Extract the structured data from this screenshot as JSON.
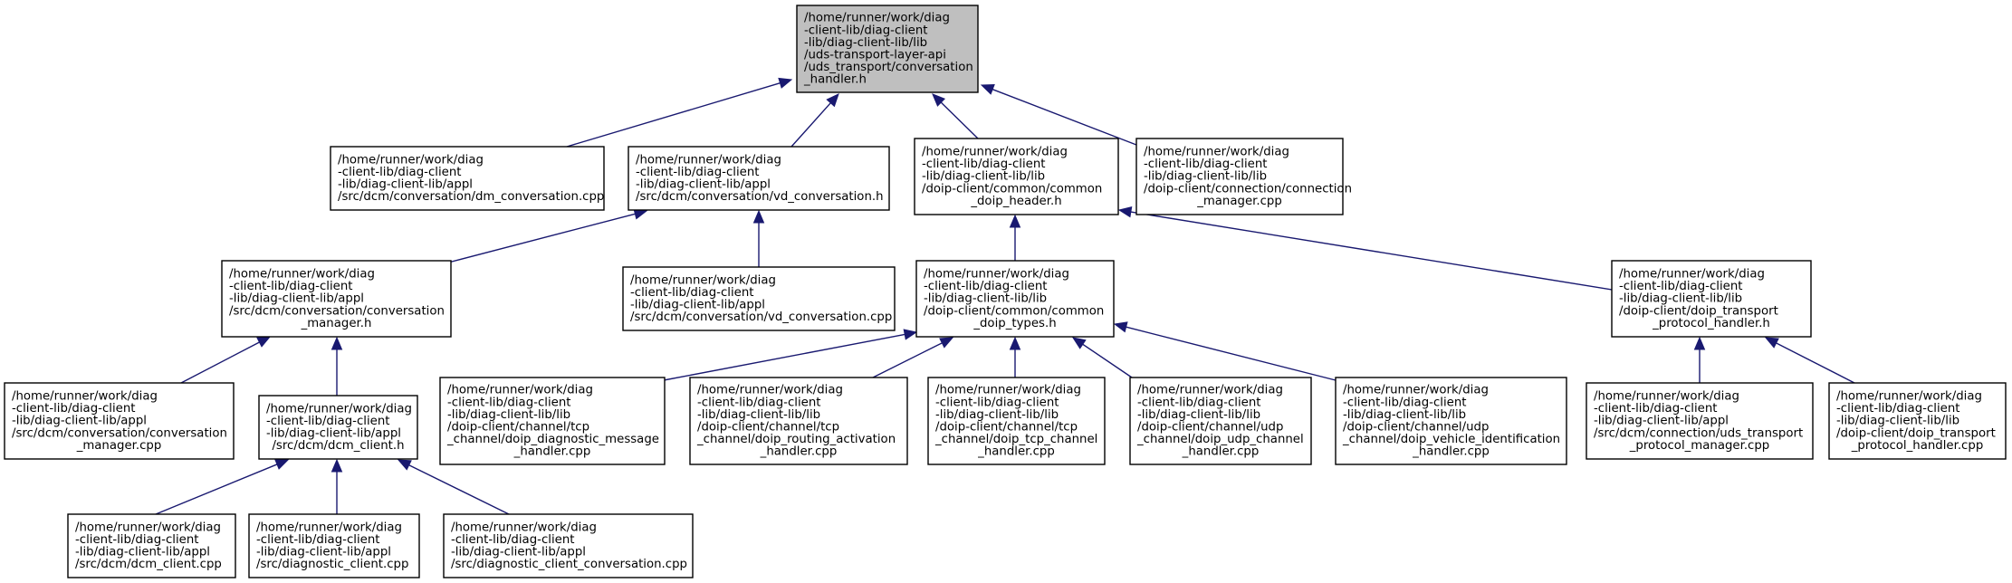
{
  "graph": {
    "colors": {
      "edge": "#191970",
      "root_fill": "#bfbfbf",
      "node_fill": "#ffffff",
      "node_border": "#000000"
    },
    "nodes": [
      {
        "id": "uds_conv_handler",
        "root": true,
        "lines": [
          "/home/runner/work/diag",
          "-client-lib/diag-client",
          "-lib/diag-client-lib/lib",
          "/uds-transport-layer-api",
          "/uds_transport/conversation",
          "_handler.h"
        ]
      },
      {
        "id": "dm_conversation_cpp",
        "lines": [
          "/home/runner/work/diag",
          "-client-lib/diag-client",
          "-lib/diag-client-lib/appl",
          "/src/dcm/conversation/dm_conversation.cpp"
        ]
      },
      {
        "id": "vd_conversation_h",
        "lines": [
          "/home/runner/work/diag",
          "-client-lib/diag-client",
          "-lib/diag-client-lib/appl",
          "/src/dcm/conversation/vd_conversation.h"
        ]
      },
      {
        "id": "common_doip_header_h",
        "lines": [
          "/home/runner/work/diag",
          "-client-lib/diag-client",
          "-lib/diag-client-lib/lib",
          "/doip-client/common/common",
          "_doip_header.h"
        ]
      },
      {
        "id": "connection_manager_cpp",
        "lines": [
          "/home/runner/work/diag",
          "-client-lib/diag-client",
          "-lib/diag-client-lib/lib",
          "/doip-client/connection/connection",
          "_manager.cpp"
        ]
      },
      {
        "id": "conversation_manager_h",
        "lines": [
          "/home/runner/work/diag",
          "-client-lib/diag-client",
          "-lib/diag-client-lib/appl",
          "/src/dcm/conversation/conversation",
          "_manager.h"
        ]
      },
      {
        "id": "vd_conversation_cpp",
        "lines": [
          "/home/runner/work/diag",
          "-client-lib/diag-client",
          "-lib/diag-client-lib/appl",
          "/src/dcm/conversation/vd_conversation.cpp"
        ]
      },
      {
        "id": "common_doip_types_h",
        "lines": [
          "/home/runner/work/diag",
          "-client-lib/diag-client",
          "-lib/diag-client-lib/lib",
          "/doip-client/common/common",
          "_doip_types.h"
        ]
      },
      {
        "id": "doip_transport_protocol_handler_h",
        "lines": [
          "/home/runner/work/diag",
          "-client-lib/diag-client",
          "-lib/diag-client-lib/lib",
          "/doip-client/doip_transport",
          "_protocol_handler.h"
        ]
      },
      {
        "id": "conversation_manager_cpp",
        "lines": [
          "/home/runner/work/diag",
          "-client-lib/diag-client",
          "-lib/diag-client-lib/appl",
          "/src/dcm/conversation/conversation",
          "_manager.cpp"
        ]
      },
      {
        "id": "dcm_client_h",
        "lines": [
          "/home/runner/work/diag",
          "-client-lib/diag-client",
          "-lib/diag-client-lib/appl",
          "/src/dcm/dcm_client.h"
        ]
      },
      {
        "id": "doip_diagnostic_message_handler_cpp",
        "lines": [
          "/home/runner/work/diag",
          "-client-lib/diag-client",
          "-lib/diag-client-lib/lib",
          "/doip-client/channel/tcp",
          "_channel/doip_diagnostic_message",
          "_handler.cpp"
        ]
      },
      {
        "id": "doip_routing_activation_handler_cpp",
        "lines": [
          "/home/runner/work/diag",
          "-client-lib/diag-client",
          "-lib/diag-client-lib/lib",
          "/doip-client/channel/tcp",
          "_channel/doip_routing_activation",
          "_handler.cpp"
        ]
      },
      {
        "id": "doip_tcp_channel_handler_cpp",
        "lines": [
          "/home/runner/work/diag",
          "-client-lib/diag-client",
          "-lib/diag-client-lib/lib",
          "/doip-client/channel/tcp",
          "_channel/doip_tcp_channel",
          "_handler.cpp"
        ]
      },
      {
        "id": "doip_udp_channel_handler_cpp",
        "lines": [
          "/home/runner/work/diag",
          "-client-lib/diag-client",
          "-lib/diag-client-lib/lib",
          "/doip-client/channel/udp",
          "_channel/doip_udp_channel",
          "_handler.cpp"
        ]
      },
      {
        "id": "doip_vehicle_identification_handler_cpp",
        "lines": [
          "/home/runner/work/diag",
          "-client-lib/diag-client",
          "-lib/diag-client-lib/lib",
          "/doip-client/channel/udp",
          "_channel/doip_vehicle_identification",
          "_handler.cpp"
        ]
      },
      {
        "id": "uds_transport_protocol_manager_cpp",
        "lines": [
          "/home/runner/work/diag",
          "-client-lib/diag-client",
          "-lib/diag-client-lib/appl",
          "/src/dcm/connection/uds_transport",
          "_protocol_manager.cpp"
        ]
      },
      {
        "id": "doip_transport_protocol_handler_cpp",
        "lines": [
          "/home/runner/work/diag",
          "-client-lib/diag-client",
          "-lib/diag-client-lib/lib",
          "/doip-client/doip_transport",
          "_protocol_handler.cpp"
        ]
      },
      {
        "id": "dcm_client_cpp",
        "lines": [
          "/home/runner/work/diag",
          "-client-lib/diag-client",
          "-lib/diag-client-lib/appl",
          "/src/dcm/dcm_client.cpp"
        ]
      },
      {
        "id": "diagnostic_client_cpp",
        "lines": [
          "/home/runner/work/diag",
          "-client-lib/diag-client",
          "-lib/diag-client-lib/appl",
          "/src/diagnostic_client.cpp"
        ]
      },
      {
        "id": "diagnostic_client_conversation_cpp",
        "lines": [
          "/home/runner/work/diag",
          "-client-lib/diag-client",
          "-lib/diag-client-lib/appl",
          "/src/diagnostic_client_conversation.cpp"
        ]
      }
    ],
    "edges": [
      {
        "from": "dm_conversation_cpp",
        "to": "uds_conv_handler"
      },
      {
        "from": "vd_conversation_h",
        "to": "uds_conv_handler"
      },
      {
        "from": "common_doip_header_h",
        "to": "uds_conv_handler"
      },
      {
        "from": "connection_manager_cpp",
        "to": "uds_conv_handler"
      },
      {
        "from": "conversation_manager_h",
        "to": "vd_conversation_h"
      },
      {
        "from": "vd_conversation_cpp",
        "to": "vd_conversation_h"
      },
      {
        "from": "common_doip_types_h",
        "to": "common_doip_header_h"
      },
      {
        "from": "doip_transport_protocol_handler_h",
        "to": "common_doip_header_h"
      },
      {
        "from": "conversation_manager_cpp",
        "to": "conversation_manager_h"
      },
      {
        "from": "dcm_client_h",
        "to": "conversation_manager_h"
      },
      {
        "from": "doip_diagnostic_message_handler_cpp",
        "to": "common_doip_types_h"
      },
      {
        "from": "doip_routing_activation_handler_cpp",
        "to": "common_doip_types_h"
      },
      {
        "from": "doip_tcp_channel_handler_cpp",
        "to": "common_doip_types_h"
      },
      {
        "from": "doip_udp_channel_handler_cpp",
        "to": "common_doip_types_h"
      },
      {
        "from": "doip_vehicle_identification_handler_cpp",
        "to": "common_doip_types_h"
      },
      {
        "from": "uds_transport_protocol_manager_cpp",
        "to": "doip_transport_protocol_handler_h"
      },
      {
        "from": "doip_transport_protocol_handler_cpp",
        "to": "doip_transport_protocol_handler_h"
      },
      {
        "from": "dcm_client_cpp",
        "to": "dcm_client_h"
      },
      {
        "from": "diagnostic_client_cpp",
        "to": "dcm_client_h"
      },
      {
        "from": "diagnostic_client_conversation_cpp",
        "to": "dcm_client_h"
      }
    ]
  }
}
